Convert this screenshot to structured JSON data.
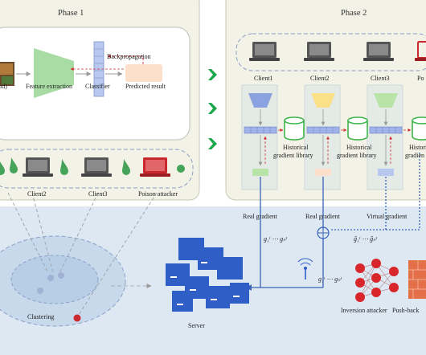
{
  "phase1": {
    "title": "Phase 1",
    "labels": {
      "cut_left": "id)",
      "feature_extraction": "Feature extraction",
      "classifier": "Classifier",
      "predicted_result": "Predicted result",
      "backpropagation": "Backpropagation"
    },
    "clients": [
      "Client2",
      "Client3",
      "Poison attacker"
    ]
  },
  "phase2": {
    "title": "Phase 2",
    "clients": [
      "Client1",
      "Client2",
      "Client3",
      "Po"
    ],
    "library_labels": [
      [
        "Historical",
        "gradient library"
      ],
      [
        "Historical",
        "gradient library"
      ],
      [
        "Histori",
        "gradien"
      ]
    ]
  },
  "bottom": {
    "gradient_labels": [
      "Real gradient",
      "Real gradient",
      "Virtual gradient"
    ],
    "gradient_formula_left": "g₁ᵗ ⋯ gₙᵗ",
    "gradient_formula_right": "ĝ₁ᵗ ⋯ ĝₙᵗ",
    "gradient_formula_inv": "g₁ᵗ ⋯ gₙᵗ",
    "clustering": "Clustering",
    "server": "Server",
    "inversion_attacker": "Inversion attacker",
    "push_back": "Push-back"
  },
  "colors": {
    "phase_bg": "#f2f2e6",
    "bottom_bg": "#dde8f3",
    "arrow_green": "#1aa64a",
    "server_blue": "#2f5fc6",
    "attacker_red": "#c8282e",
    "neuron_red": "#d8262b",
    "link_blue": "#3a63b8",
    "feature_green": "#a8dca4",
    "classifier_blue": "#b8c8f0",
    "predicted_orange": "#fde0cc",
    "library_green": "#3fb54d"
  }
}
